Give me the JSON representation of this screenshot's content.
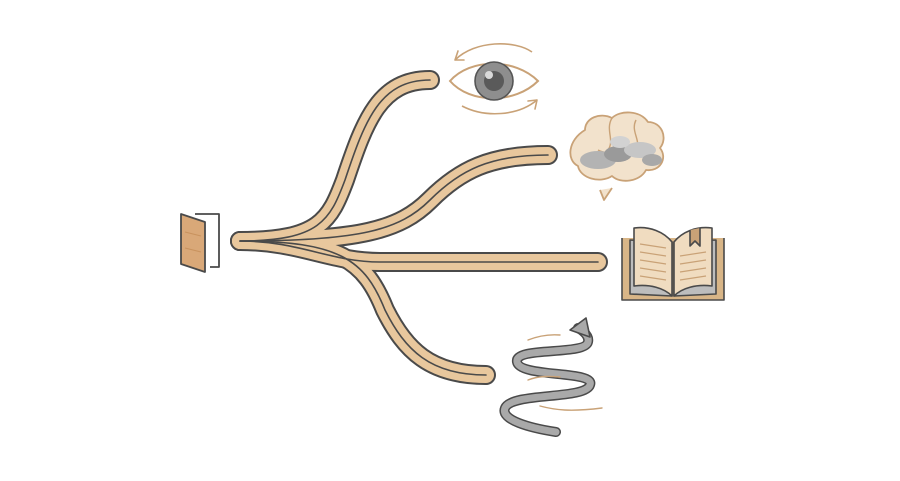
{
  "diagram": {
    "start": {
      "icon": "door-icon"
    },
    "branches": [
      {
        "name": "branch-eye",
        "icon": "eye-icon"
      },
      {
        "name": "branch-brain",
        "icon": "brain-icon"
      },
      {
        "name": "branch-book",
        "icon": "book-icon"
      },
      {
        "name": "branch-spiral",
        "icon": "spiral-arrow-icon"
      }
    ]
  },
  "colors": {
    "background": "#ffffff",
    "wood_fill": "#e9c9a0",
    "wood_grain": "#d6b186",
    "outline": "#4a4a4a",
    "accent_tan": "#c9a277",
    "iris_gray": "#8e8e8e",
    "cloud_gray": "#9a9a9a",
    "book_page": "#f0dcc0",
    "spiral_gray": "#a9a9a9"
  }
}
